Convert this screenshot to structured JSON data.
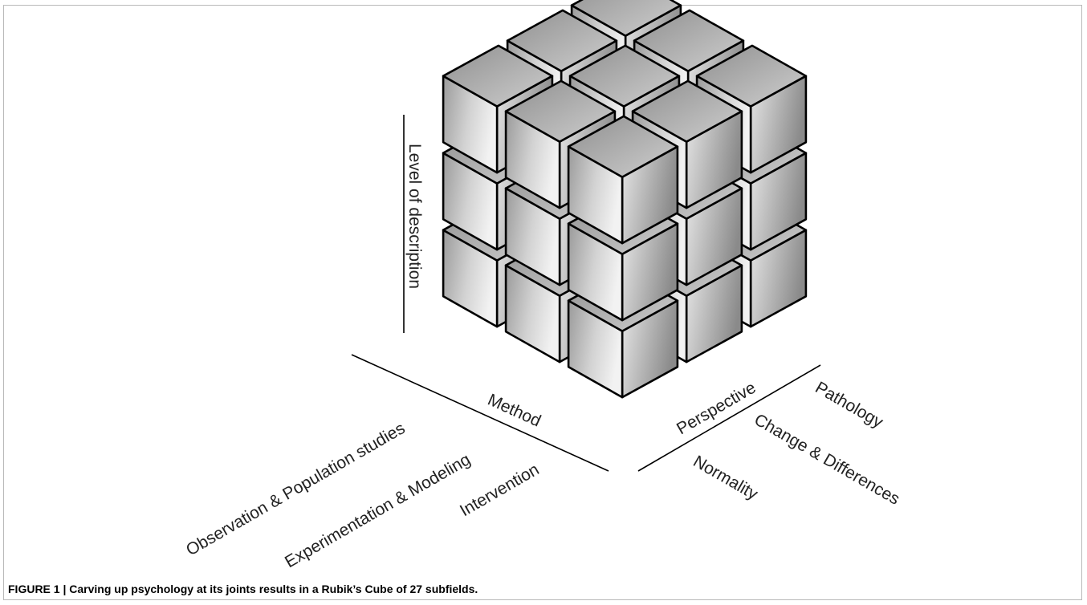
{
  "figure": {
    "caption": "FIGURE 1 | Carving up psychology at its joints results in a Rubik’s Cube of 27 subfields."
  },
  "diagram": {
    "axes": {
      "vertical": {
        "title": "Level of description"
      },
      "method": {
        "title": "Method",
        "levels": [
          "Observation & Population studies",
          "Experimentation & Modeling",
          "Intervention"
        ]
      },
      "perspective": {
        "title": "Perspective",
        "levels": [
          "Pathology",
          "Change & Differences",
          "Normality"
        ]
      }
    },
    "cube": {
      "grid": [
        3,
        3,
        3
      ],
      "subfield_count": 27
    }
  }
}
